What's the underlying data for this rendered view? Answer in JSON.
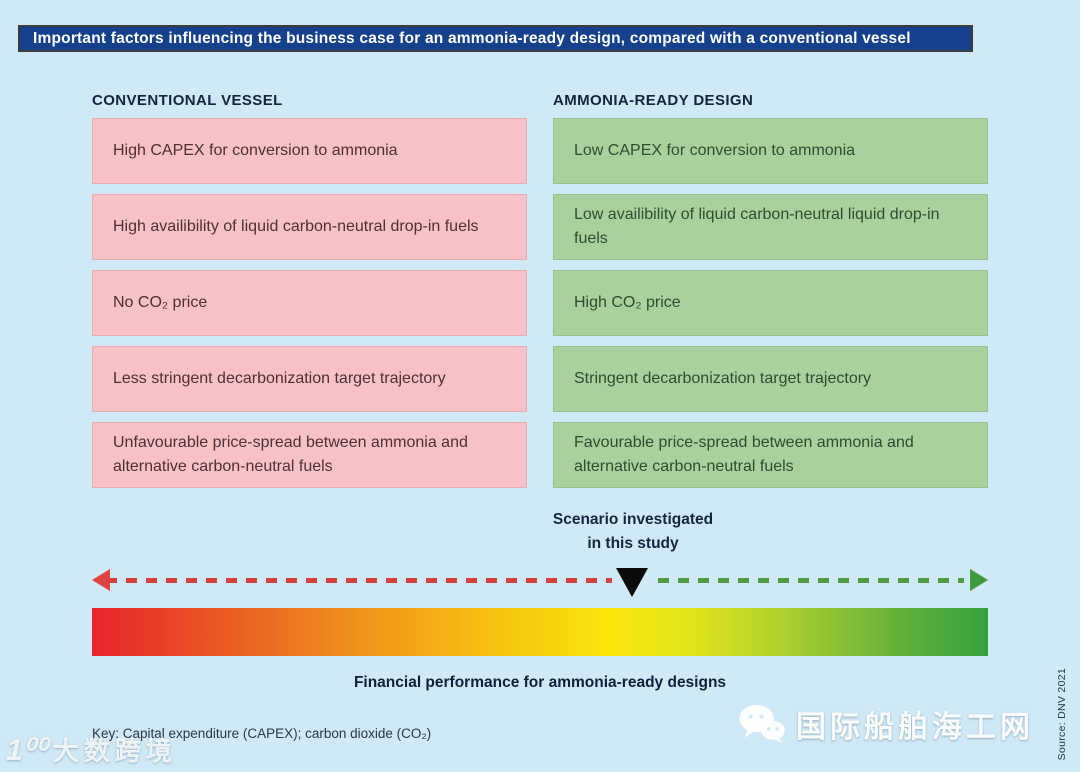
{
  "header": {
    "title": "Important factors influencing the business case for an ammonia-ready design, compared with a conventional vessel"
  },
  "columns": [
    {
      "header": "CONVENTIONAL VESSEL",
      "tone": "negative",
      "items": [
        "High CAPEX for conversion to ammonia",
        "High availibility of liquid carbon-neutral drop-in fuels",
        "No CO₂ price",
        "Less stringent decarbonization target trajectory",
        "Unfavourable price-spread between ammonia and alternative carbon-neutral fuels"
      ]
    },
    {
      "header": "AMMONIA-READY DESIGN",
      "tone": "positive",
      "items": [
        "Low CAPEX for conversion to ammonia",
        "Low availibility of liquid carbon-neutral liquid drop-in fuels",
        "High CO₂ price",
        "Stringent decarbonization target trajectory",
        "Favourable price-spread between ammonia and alternative carbon-neutral fuels"
      ]
    }
  ],
  "scenario_label": {
    "line1": "Scenario investigated",
    "line2": "in this study"
  },
  "axis": {
    "caption": "Financial performance for ammonia-ready designs"
  },
  "footnote": {
    "key": "Key: Capital expenditure (CAPEX); carbon dioxide (CO₂)"
  },
  "source": "Source: DNV 2021",
  "watermarks": {
    "bottom_left_logo": "1⁰⁰",
    "bottom_left_text": "大数跨境",
    "bottom_right_text": "国际船舶海工网"
  },
  "colors": {
    "background": "#cfe9f6",
    "title_bar": "#15418c",
    "negative_bg": "#f6c2c6",
    "negative_text": "#4e2f35",
    "positive_bg": "#abcf9d",
    "positive_text": "#2d4c30",
    "red_arrow": "#d6403c",
    "green_arrow": "#4f9c45",
    "marker": "#0b0b0b",
    "gradient_left": "#e8232e",
    "gradient_mid": "#f9e60b",
    "gradient_right": "#36a23e"
  }
}
